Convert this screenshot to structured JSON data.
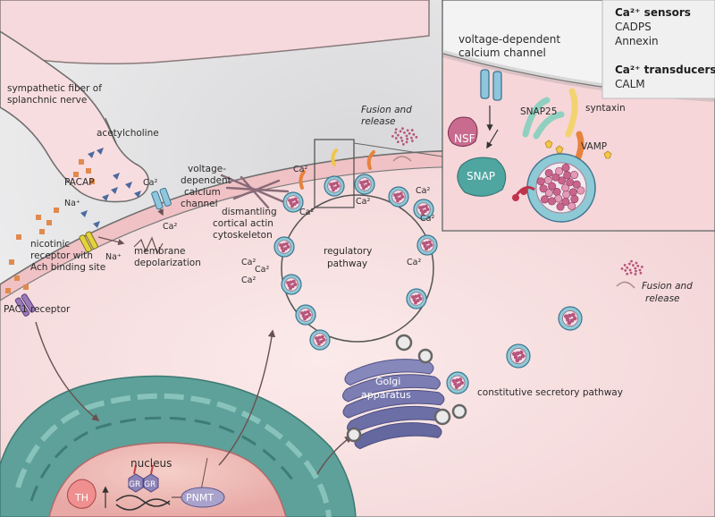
{
  "labels": {
    "sympathetic_fiber_1": "sympathetic fiber of",
    "sympathetic_fiber_2": "splanchnic nerve",
    "acetylcholine": "acetylcholine",
    "pacap": "PACAP",
    "na_in": "Na⁺",
    "na_out": "Na⁺",
    "nicotinic_1": "nicotinic",
    "nicotinic_2": "receptor with",
    "nicotinic_3": "Ach binding site",
    "pac1_receptor": "PAC1 receptor",
    "ca_top": "Ca²",
    "ca_bottom": "Ca²",
    "vdcc_1": "voltage-",
    "vdcc_2": "dependent",
    "vdcc_3": "calcium",
    "vdcc_4": "channel",
    "membrane_1": "membrane",
    "membrane_2": "depolarization",
    "actin_1": "dismantling",
    "actin_2": "cortical actin",
    "actin_3": "cytoskeleton",
    "ca_ring_1": "Ca²",
    "ca_ring_2": "Ca²",
    "ca_ring_3": "Ca²",
    "ca_ring_4": "Ca²",
    "ca_left_1": "Ca²",
    "ca_left_2": "Ca²",
    "ca_left_3": "Ca²",
    "ca_right_1": "Ca²",
    "ca_right_2": "Ca²",
    "regulatory_1": "regulatory",
    "regulatory_2": "pathway",
    "fusion_top_1": "Fusion and",
    "fusion_top_2": "release",
    "fusion_right_1": "Fusion and",
    "fusion_right_2": "release",
    "golgi_1": "Golgi",
    "golgi_2": "apparatus",
    "constitutive": "constitutive secretory pathway",
    "nucleus": "nucleus",
    "th": "TH",
    "gr_1": "GR",
    "gr_2": "GR",
    "pnmt": "PNMT"
  },
  "inset": {
    "vdcc_1": "voltage-dependent",
    "vdcc_2": "calcium channel",
    "nsf": "NSF",
    "snap": "SNAP",
    "snap25": "SNAP25",
    "syntaxin": "syntaxin",
    "vamp": "VAMP"
  },
  "legend": {
    "sensors_title": "Ca²⁺ sensors",
    "sensors": [
      "CADPS",
      "Annexin"
    ],
    "transducers_title": "Ca²⁺ transducers",
    "transducers": [
      "CALM"
    ]
  },
  "colors": {
    "cytoplasm": "#f7e2e2",
    "membrane": "#f0c2c5",
    "membrane_edge": "#6a6a6a",
    "vesicle_ring": "#8ec9d6",
    "granule": "#b8557a",
    "er": "#5ea09a",
    "golgi": "#7e80b4",
    "pacap": "#e08a4e",
    "ach": "#4a6aa0"
  }
}
